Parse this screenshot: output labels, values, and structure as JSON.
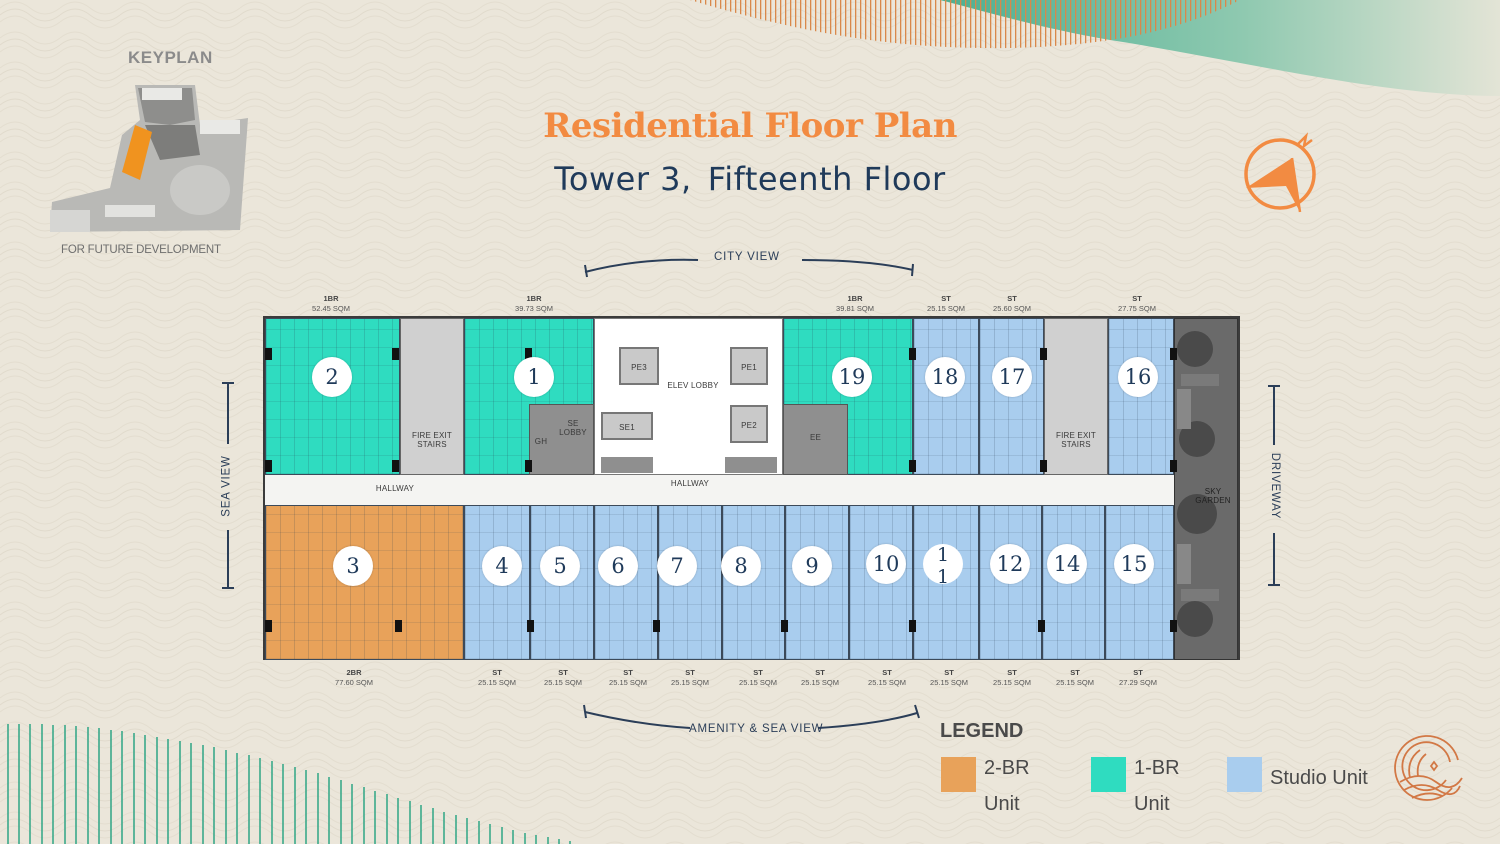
{
  "keyplan": {
    "title": "KEYPLAN",
    "note": "FOR FUTURE DEVELOPMENT"
  },
  "header": {
    "title": "Residential Floor Plan",
    "subtitle_tower": "Tower 3,",
    "subtitle_floor": "Fifteenth Floor"
  },
  "icons": {
    "compass": "north-arrow-compass-icon",
    "brand": "wave-sun-logo-icon"
  },
  "views": {
    "top": "CITY VIEW",
    "bottom": "AMENITY & SEA VIEW",
    "left": "SEA VIEW",
    "right": "DRIVEWAY"
  },
  "plan_labels": {
    "hallway_left": "HALLWAY",
    "hallway_center": "HALLWAY",
    "elev_lobby": "ELEV LOBBY",
    "fire_exit_left": "FIRE EXIT STAIRS",
    "fire_exit_right": "FIRE EXIT STAIRS",
    "se_lobby": "SE LOBBY",
    "gh": "GH",
    "ee": "EE",
    "pe1": "PE1",
    "pe2": "PE2",
    "pe3": "PE3",
    "se1": "SE1",
    "sky_garden": "SKY GARDEN"
  },
  "units_top": [
    {
      "number": "2",
      "type": "1BR",
      "area": "52.45 SQM"
    },
    {
      "number": "1",
      "type": "1BR",
      "area": "39.73 SQM"
    },
    {
      "number": "19",
      "type": "1BR",
      "area": "39.81 SQM"
    },
    {
      "number": "18",
      "type": "ST",
      "area": "25.15 SQM"
    },
    {
      "number": "17",
      "type": "ST",
      "area": "25.60 SQM"
    },
    {
      "number": "16",
      "type": "ST",
      "area": "27.75 SQM"
    }
  ],
  "units_bottom": [
    {
      "number": "3",
      "type": "2BR",
      "area": "77.60 SQM"
    },
    {
      "number": "4",
      "type": "ST",
      "area": "25.15 SQM"
    },
    {
      "number": "5",
      "type": "ST",
      "area": "25.15 SQM"
    },
    {
      "number": "6",
      "type": "ST",
      "area": "25.15 SQM"
    },
    {
      "number": "7",
      "type": "ST",
      "area": "25.15 SQM"
    },
    {
      "number": "8",
      "type": "ST",
      "area": "25.15 SQM"
    },
    {
      "number": "9",
      "type": "ST",
      "area": "25.15 SQM"
    },
    {
      "number": "10",
      "type": "ST",
      "area": "25.15 SQM"
    },
    {
      "number": "11",
      "number_line1": "1",
      "number_line2": "1",
      "type": "ST",
      "area": "25.15 SQM"
    },
    {
      "number": "12",
      "type": "ST",
      "area": "25.15 SQM"
    },
    {
      "number": "14",
      "type": "ST",
      "area": "25.15 SQM"
    },
    {
      "number": "15",
      "type": "ST",
      "area": "27.29 SQM"
    }
  ],
  "legend": {
    "title": "LEGEND",
    "items": [
      {
        "label_line1": "2-BR",
        "label_line2": "Unit",
        "color": "#e8a25a"
      },
      {
        "label_line1": "1-BR",
        "label_line2": "Unit",
        "color": "#2fdcc0"
      },
      {
        "label_line1": "Studio Unit",
        "label_line2": "",
        "color": "#a9cdee"
      }
    ]
  },
  "colors": {
    "title_orange": "#f28b42",
    "navy": "#1f3a5a",
    "background": "#ebe6da",
    "two_br": "#e8a25a",
    "one_br": "#2fdcc0",
    "studio": "#a9cdee",
    "deco_teal": "#3aa98a"
  }
}
